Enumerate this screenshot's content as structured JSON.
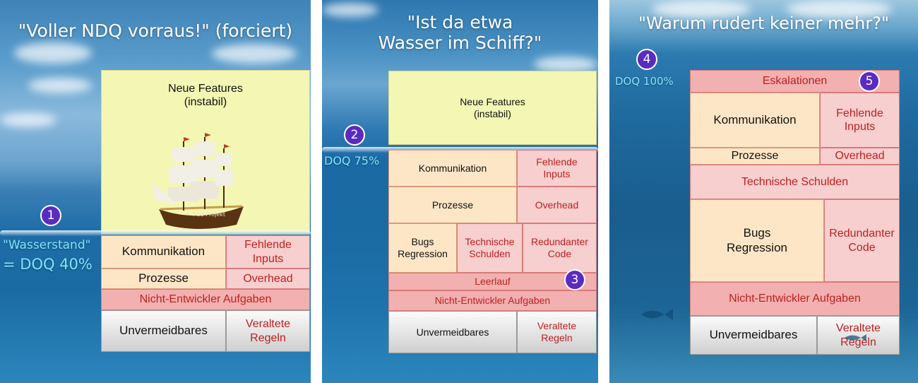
{
  "panels": [
    {
      "title": "\"Voller NDQ vorraus!\" (forciert)",
      "water_label": "\"Wasserstand\"",
      "doq_label": "= DOQ 40%",
      "badge": "1",
      "ship_label": "FGS Projekt",
      "blocks": {
        "features": "Neue Features\n(instabil)",
        "kommunikation": "Kommunikation",
        "fehlende_inputs": "Fehlende\nInputs",
        "prozesse": "Prozesse",
        "overhead": "Overhead",
        "nicht_entwickler": "Nicht-Entwickler Aufgaben",
        "unvermeidbares": "Unvermeidbares",
        "veraltete_regeln": "Veraltete\nRegeln"
      }
    },
    {
      "title_line1": "\"Ist da etwa",
      "title_line2": "Wasser im Schiff?\"",
      "doq_label": "DOQ 75%",
      "badge_level": "2",
      "badge_leerlauf": "3",
      "blocks": {
        "features": "Neue Features\n(instabil)",
        "kommunikation": "Kommunikation",
        "fehlende_inputs": "Fehlende\nInputs",
        "prozesse": "Prozesse",
        "overhead": "Overhead",
        "bugs": "Bugs\nRegression",
        "technische_schulden": "Technische\nSchulden",
        "redundanter_code": "Redundanter\nCode",
        "leerlauf": "Leerlauf",
        "nicht_entwickler": "Nicht-Entwickler Aufgaben",
        "unvermeidbares": "Unvermeidbares",
        "veraltete_regeln": "Veraltete\nRegeln"
      }
    },
    {
      "title": "\"Warum rudert keiner mehr?\"",
      "doq_label": "DOQ 100%",
      "badge_level": "4",
      "badge_eskalation": "5",
      "blocks": {
        "eskalationen": "Eskalationen",
        "kommunikation": "Kommunikation",
        "fehlende_inputs": "Fehlende\nInputs",
        "prozesse": "Prozesse",
        "overhead": "Overhead",
        "technische_schulden": "Technische Schulden",
        "bugs": "Bugs\nRegression",
        "redundanter_code": "Redundanter\nCode",
        "nicht_entwickler": "Nicht-Entwickler Aufgaben",
        "unvermeidbares": "Unvermeidbares",
        "veraltete_regeln": "Veraltete\nRegeln"
      }
    }
  ]
}
